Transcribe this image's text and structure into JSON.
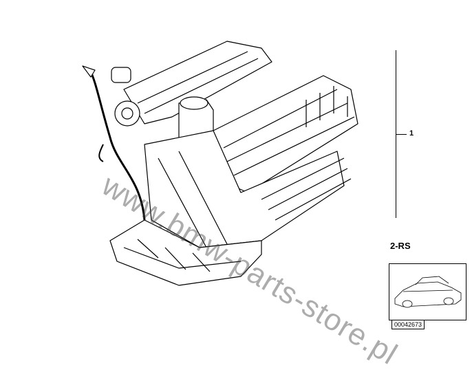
{
  "diagram": {
    "callout_1": "1",
    "reference_label": "2-RS",
    "thumbnail_id": "00042673",
    "watermark": "www.bmw-parts-store.pl"
  },
  "colors": {
    "line": "#000000",
    "watermark": "#464646"
  }
}
